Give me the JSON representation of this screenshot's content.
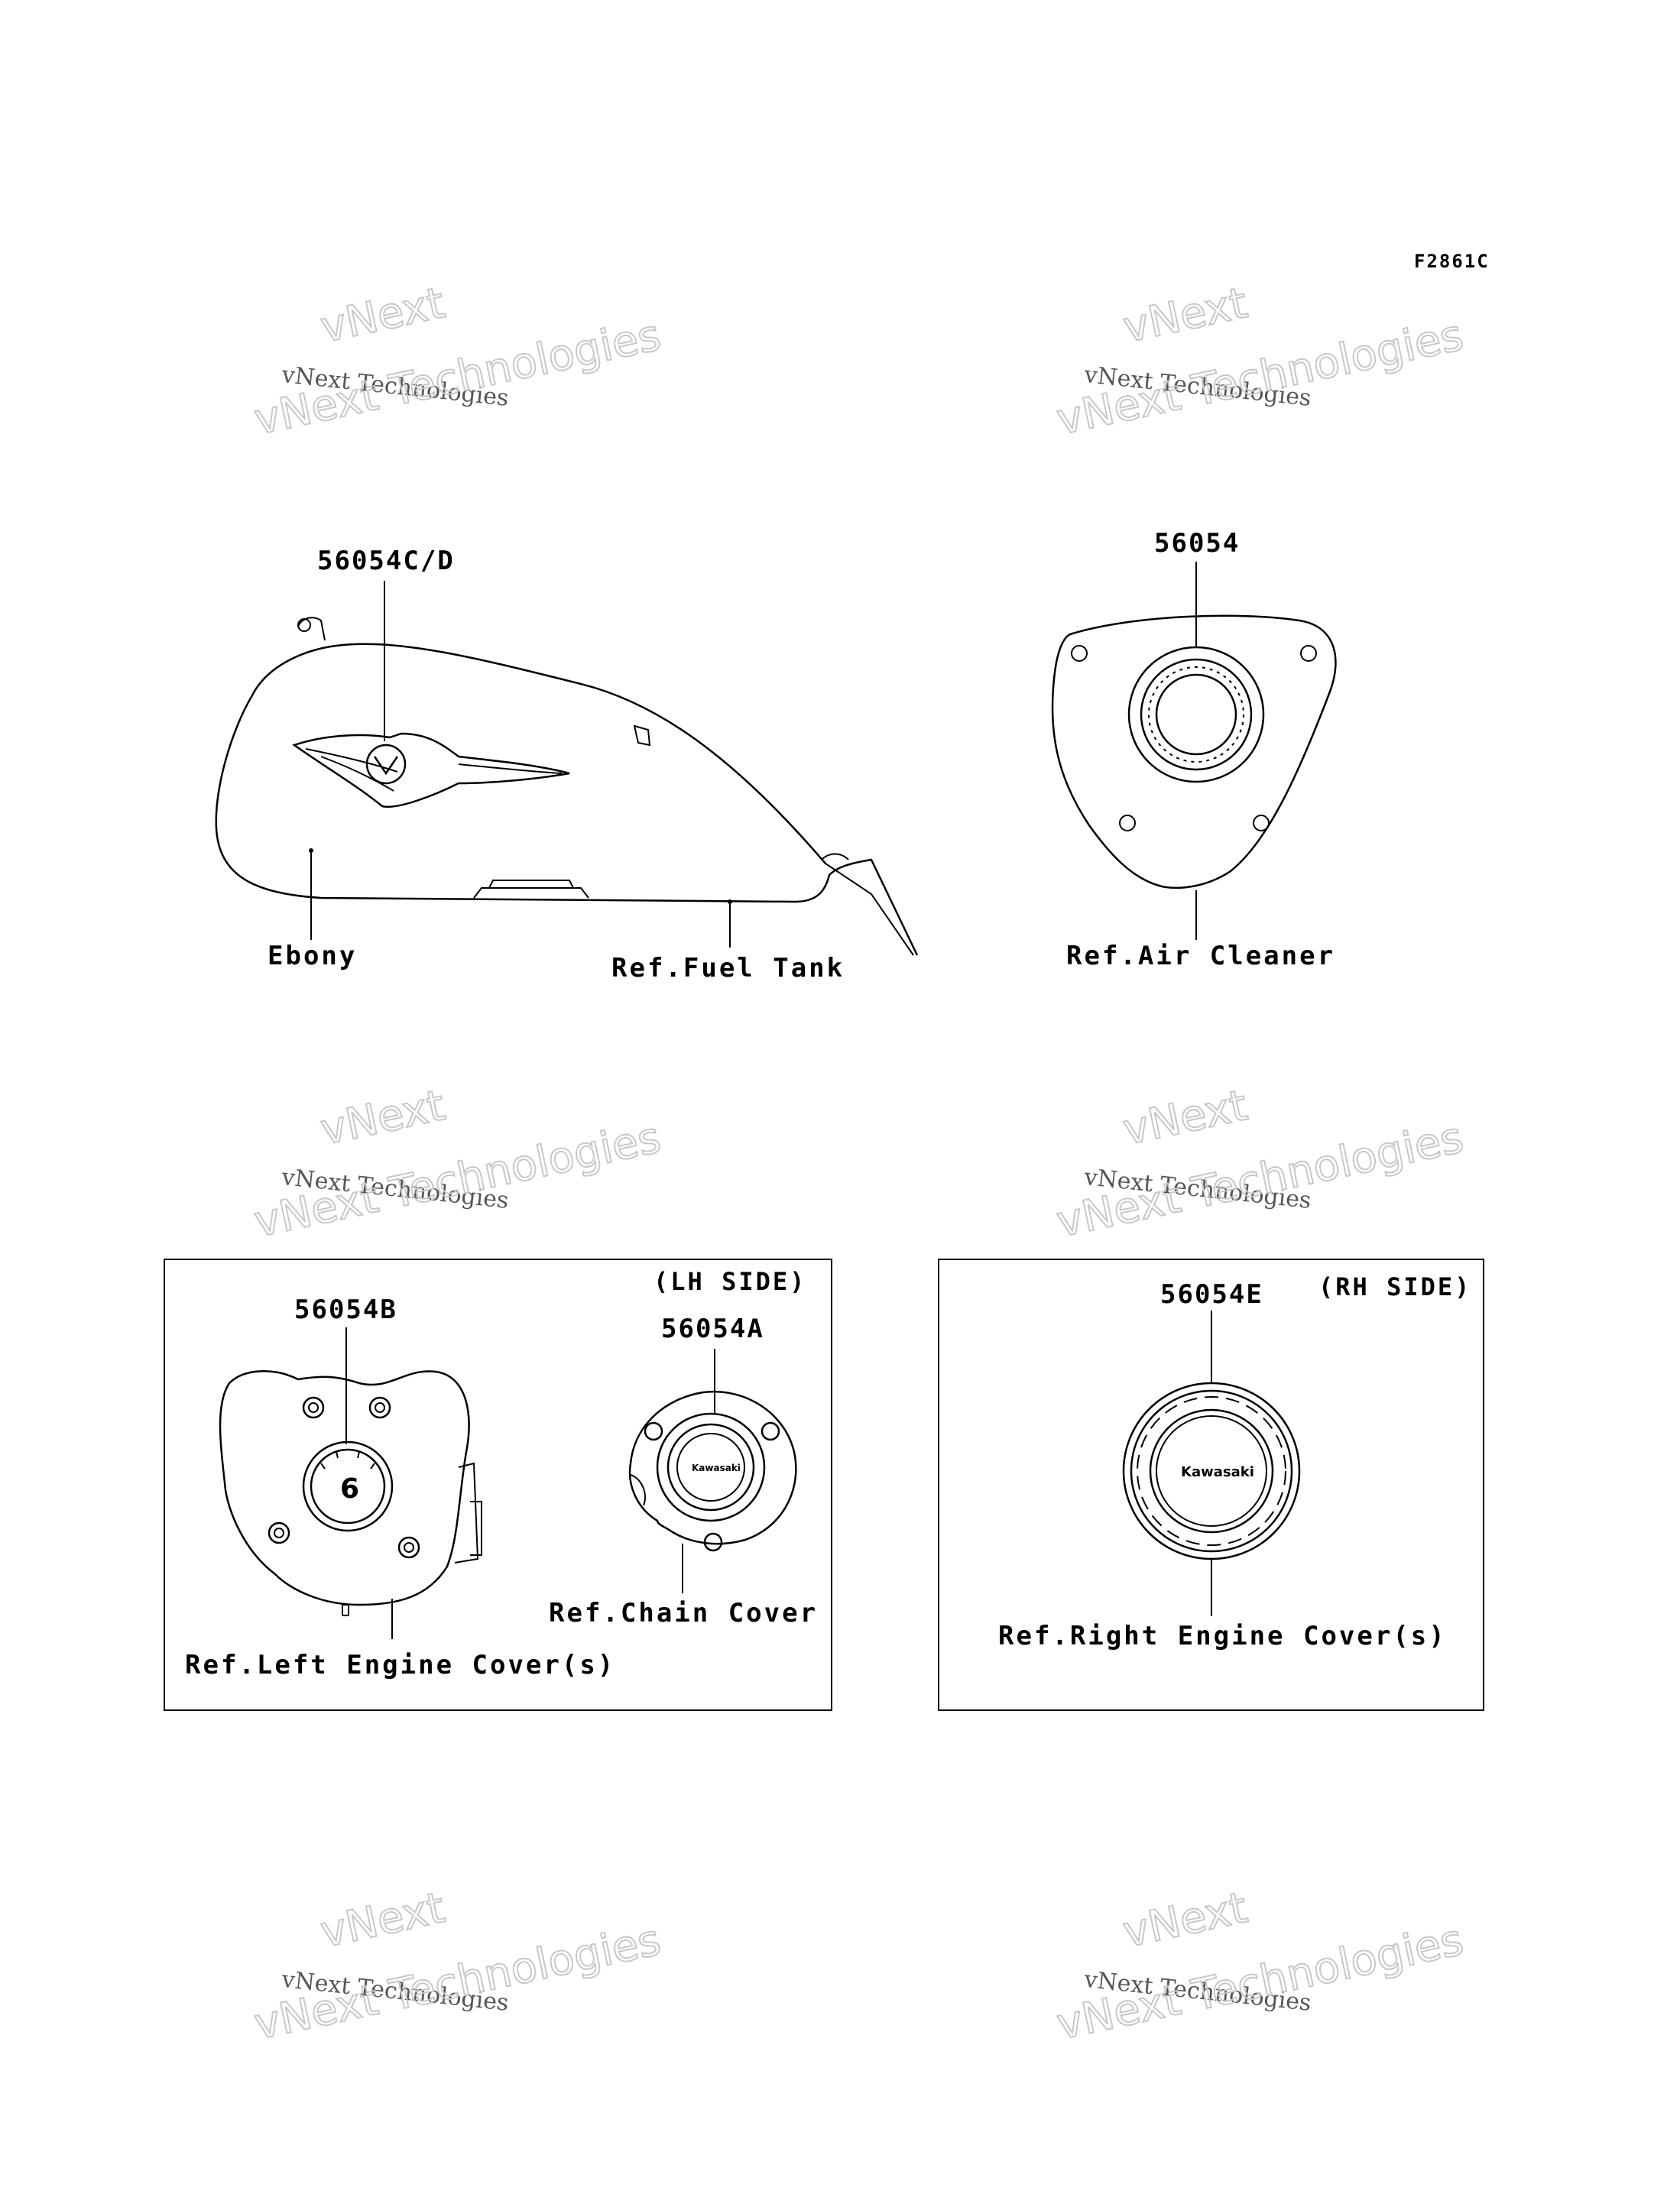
{
  "figure_code": "F2861C",
  "watermark": {
    "line1": "vNext Technologies",
    "line2": "vNext Technologies"
  },
  "fuel_tank": {
    "part_number": "56054C/D",
    "color_label": "Ebony",
    "ref_label": "Ref.Fuel Tank"
  },
  "air_cleaner": {
    "part_number": "56054",
    "ref_label": "Ref.Air Cleaner"
  },
  "lh_panel": {
    "side_label": "(LH SIDE)",
    "engine_cover": {
      "part_number": "56054B",
      "ref_label": "Ref.Left Engine Cover(s)",
      "dial_digit": "6"
    },
    "chain_cover": {
      "part_number": "56054A",
      "ref_label": "Ref.Chain Cover",
      "emblem_text": "Kawasaki"
    }
  },
  "rh_panel": {
    "side_label": "(RH SIDE)",
    "engine_cover": {
      "part_number": "56054E",
      "ref_label": "Ref.Right Engine Cover(s)",
      "emblem_text": "Kawasaki"
    }
  }
}
